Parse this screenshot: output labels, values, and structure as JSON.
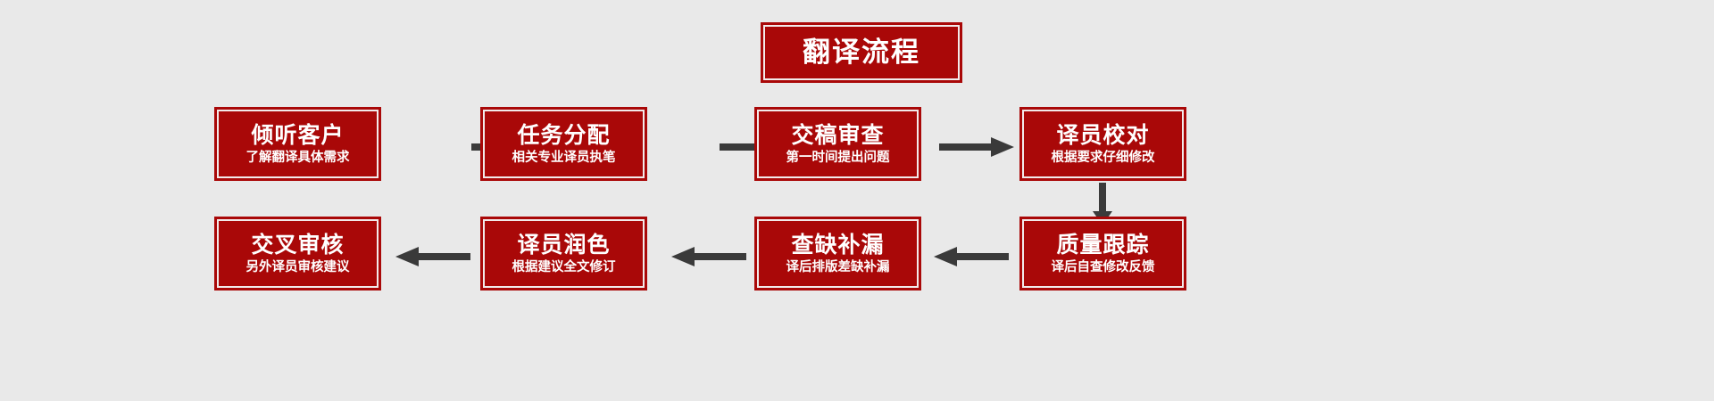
{
  "background_color": "#e9e9e9",
  "accent_color": "#a90808",
  "arrow_color": "#3a3a3a",
  "text_color": "#ffffff",
  "title": {
    "label": "翻译流程"
  },
  "nodes": [
    {
      "id": "listen-client",
      "title": "倾听客户",
      "subtitle": "了解翻译具体需求",
      "row": 1,
      "col": 1
    },
    {
      "id": "task-assignment",
      "title": "任务分配",
      "subtitle": "相关专业译员执笔",
      "row": 1,
      "col": 2
    },
    {
      "id": "draft-review",
      "title": "交稿审查",
      "subtitle": "第一时间提出问题",
      "row": 1,
      "col": 3
    },
    {
      "id": "translator-proof",
      "title": "译员校对",
      "subtitle": "根据要求仔细修改",
      "row": 1,
      "col": 4
    },
    {
      "id": "quality-tracking",
      "title": "质量跟踪",
      "subtitle": "译后自查修改反馈",
      "row": 2,
      "col": 4
    },
    {
      "id": "gap-filling",
      "title": "查缺补漏",
      "subtitle": "译后排版差缺补漏",
      "row": 2,
      "col": 3
    },
    {
      "id": "translator-polish",
      "title": "译员润色",
      "subtitle": "根据建议全文修订",
      "row": 2,
      "col": 2
    },
    {
      "id": "cross-review",
      "title": "交叉审核",
      "subtitle": "另外译员审核建议",
      "row": 2,
      "col": 1
    }
  ],
  "connectors": [
    {
      "id": "arrow-1-to-2",
      "direction": "right"
    },
    {
      "id": "arrow-2-to-3",
      "direction": "right"
    },
    {
      "id": "arrow-3-to-4",
      "direction": "right"
    },
    {
      "id": "arrow-4-to-5",
      "direction": "down"
    },
    {
      "id": "arrow-5-to-6",
      "direction": "left"
    },
    {
      "id": "arrow-6-to-7",
      "direction": "left"
    },
    {
      "id": "arrow-7-to-8",
      "direction": "left"
    }
  ]
}
